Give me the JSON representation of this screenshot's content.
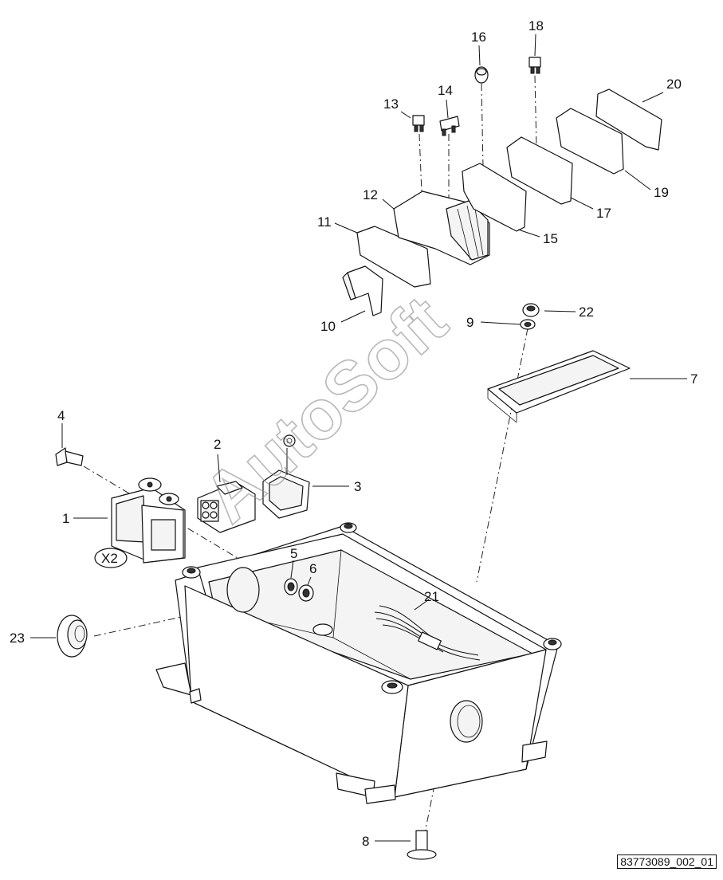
{
  "callouts": {
    "c1": "1",
    "c2": "2",
    "c3": "3",
    "c4": "4",
    "c5": "5",
    "c6": "6",
    "c7": "7",
    "c8": "8",
    "c9": "9",
    "c10": "10",
    "c11": "11",
    "c12": "12",
    "c13": "13",
    "c14": "14",
    "c15": "15",
    "c16": "16",
    "c17": "17",
    "c18": "18",
    "c19": "19",
    "c20": "20",
    "c21": "21",
    "c22": "22",
    "c23": "23"
  },
  "connector_tag": "X2",
  "watermark": "AutoSoft",
  "reference_number": "83773089_002_01"
}
